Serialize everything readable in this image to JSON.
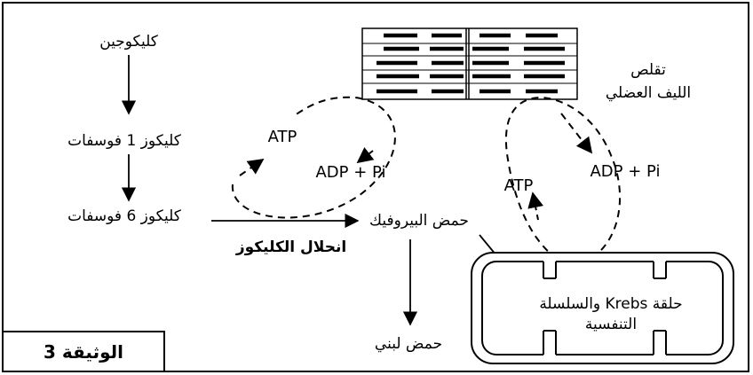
{
  "pathway": {
    "glycogen": "كليكوجين",
    "g1p": "كليكوز 1 فوسفات",
    "g6p": "كليكوز 6 فوسفات",
    "glycolysis": "انحلال الكليكوز",
    "pyruvate": "حمض البيروفيك",
    "lactate": "حمض لبني"
  },
  "energy": {
    "atp_left": "ATP",
    "adp_left": "ADP + Pi",
    "atp_right": "ATP",
    "adp_right": "ADP + Pi"
  },
  "fiber": {
    "line1": "تقلص",
    "line2": "الليف العضلي"
  },
  "mitochondrion": {
    "line1": "حلقة Krebs والسلسلة",
    "line2": "التنفسية"
  },
  "document_label": "الوثيقة 3"
}
